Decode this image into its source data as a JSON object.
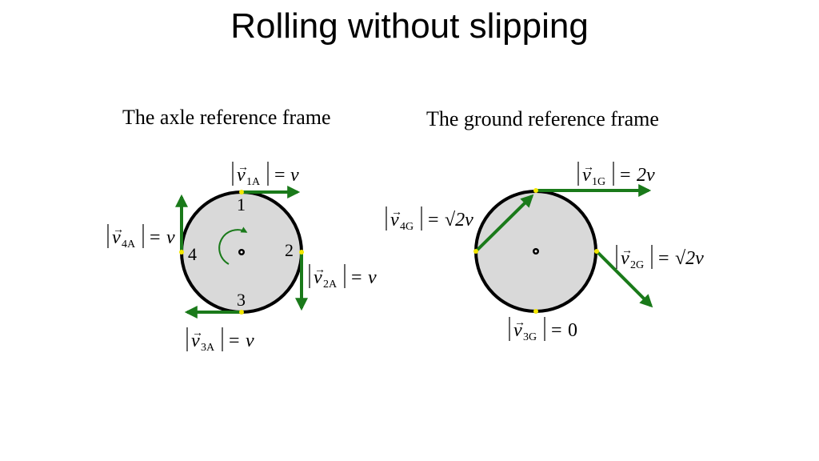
{
  "title": "Rolling without slipping",
  "axle_frame": {
    "label": "The axle reference frame",
    "points": [
      {
        "number": "1",
        "sub": "1A",
        "rhs": "v"
      },
      {
        "number": "2",
        "sub": "2A",
        "rhs": "v"
      },
      {
        "number": "3",
        "sub": "3A",
        "rhs": "v"
      },
      {
        "number": "4",
        "sub": "4A",
        "rhs": "v"
      }
    ]
  },
  "ground_frame": {
    "label": "The ground reference frame",
    "points": [
      {
        "sub": "1G",
        "rhs": "2v"
      },
      {
        "sub": "2G",
        "rhs": "√2v"
      },
      {
        "sub": "3G",
        "rhs": "0"
      },
      {
        "sub": "4G",
        "rhs": "√2v"
      }
    ]
  },
  "colors": {
    "arrow": "#1a7a1a",
    "wheel_fill": "#d9d9d9",
    "wheel_stroke": "#000000",
    "point_dot": "#f2e600"
  }
}
